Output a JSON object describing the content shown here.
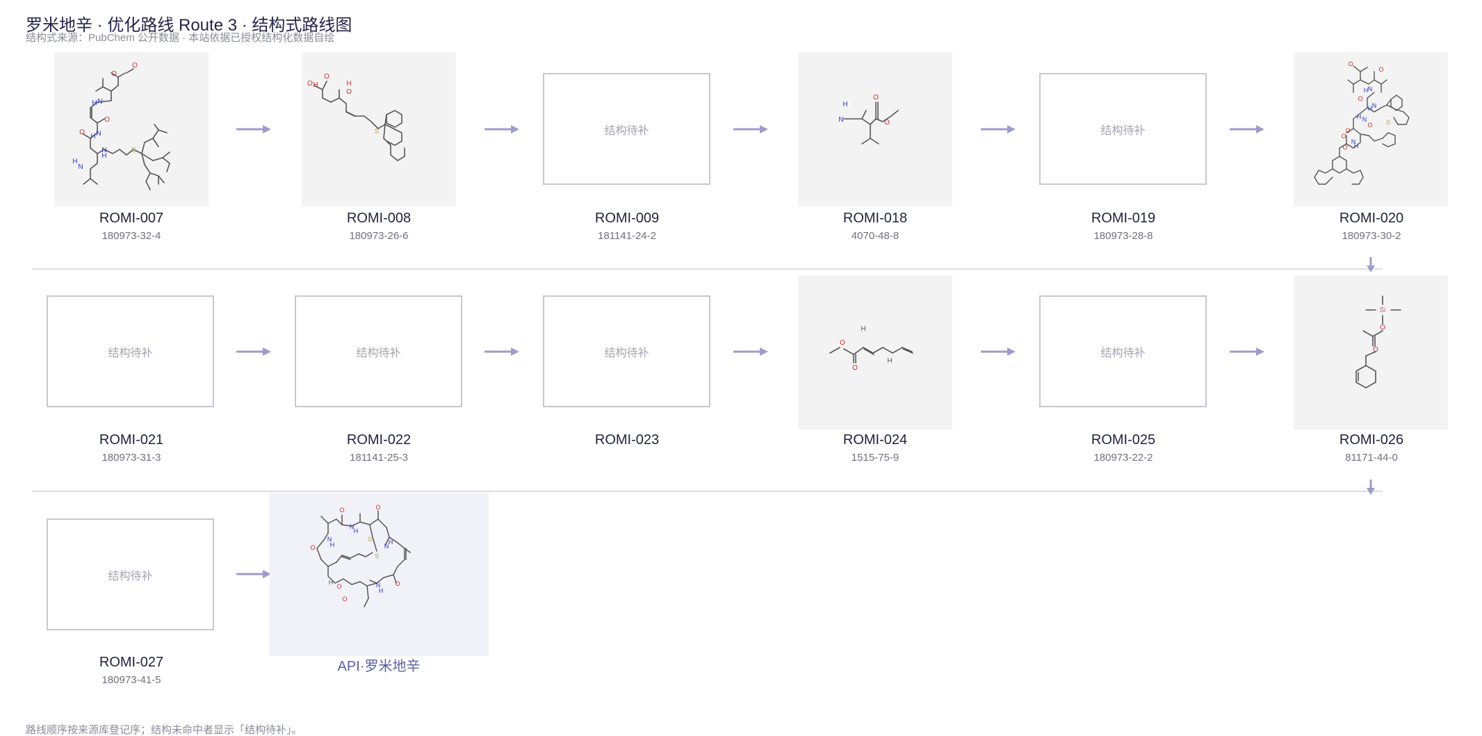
{
  "header": {
    "title": "罗米地辛 · 优化路线 Route 3 · 结构式路线图",
    "subtitle": "结构式来源：PubChem 公开数据 · 本站依据已授权结构化数据自绘"
  },
  "placeholder_text": "结构待补",
  "footnote": "路线顺序按来源库登记序；结构未命中者显示「结构待补」。",
  "colors": {
    "arrow": "#9c9ccc",
    "bond": "#555555",
    "oxygen": "#d12b2b",
    "nitrogen": "#2a36c8",
    "sulfur": "#b8a23a",
    "silicon": "#c06070",
    "api_label": "#5a5fa5"
  },
  "nodes": [
    {
      "id": "ROMI-007",
      "cas": "180973-32-4",
      "has_structure": true,
      "atom_labels": [
        "O",
        "O",
        "N",
        "H",
        "O",
        "N",
        "H",
        "S",
        "O",
        "N",
        "H",
        "H",
        "N"
      ]
    },
    {
      "id": "ROMI-008",
      "cas": "180973-26-6",
      "has_structure": true,
      "atom_labels": [
        "O",
        "H",
        "O",
        "H",
        "O",
        "S"
      ]
    },
    {
      "id": "ROMI-009",
      "cas": "181141-24-2",
      "has_structure": false
    },
    {
      "id": "ROMI-018",
      "cas": "4070-48-8",
      "has_structure": true,
      "atom_labels": [
        "H",
        "N",
        "O",
        "O"
      ]
    },
    {
      "id": "ROMI-019",
      "cas": "180973-28-8",
      "has_structure": false
    },
    {
      "id": "ROMI-020",
      "cas": "180973-30-2",
      "has_structure": true,
      "atom_labels": [
        "O",
        "N",
        "O",
        "H",
        "O",
        "N",
        "H",
        "S",
        "H",
        "N",
        "O",
        "O",
        "N",
        "H",
        "O",
        "O"
      ]
    },
    {
      "id": "ROMI-021",
      "cas": "180973-31-3",
      "has_structure": false
    },
    {
      "id": "ROMI-022",
      "cas": "181141-25-3",
      "has_structure": false
    },
    {
      "id": "ROMI-023",
      "cas": "",
      "has_structure": false
    },
    {
      "id": "ROMI-024",
      "cas": "1515-75-9",
      "has_structure": true,
      "atom_labels": [
        "O",
        "H",
        "O",
        "H"
      ]
    },
    {
      "id": "ROMI-025",
      "cas": "180973-22-2",
      "has_structure": false
    },
    {
      "id": "ROMI-026",
      "cas": "81171-44-0",
      "has_structure": true,
      "atom_labels": [
        "Si",
        "O",
        "O"
      ]
    },
    {
      "id": "ROMI-027",
      "cas": "180973-41-5",
      "has_structure": false
    }
  ],
  "api": {
    "label": "API·罗米地辛",
    "atom_labels": [
      "O",
      "N",
      "H",
      "H",
      "O",
      "N",
      "S",
      "S",
      "N",
      "H",
      "O",
      "H",
      "O",
      "N",
      "H",
      "O",
      "O"
    ]
  }
}
